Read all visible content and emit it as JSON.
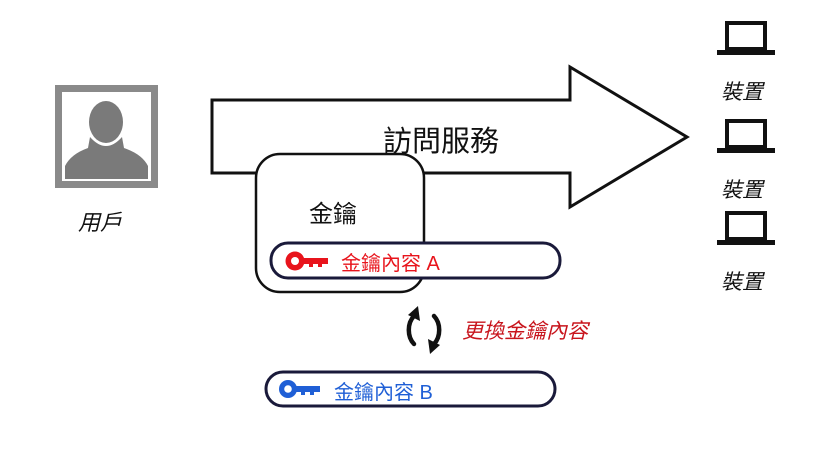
{
  "user": {
    "icon": "user-silhouette-icon",
    "label": "用戶"
  },
  "service_arrow": {
    "label": "訪問服務"
  },
  "key_box": {
    "label": "金鑰"
  },
  "key_content_a": {
    "label": "金鑰內容 A",
    "color": "#e8141c",
    "icon": "key-icon"
  },
  "rotation": {
    "label": "更換金鑰內容",
    "color": "#c8141c",
    "icon": "rotate-arrows-icon"
  },
  "key_content_b": {
    "label": "金鑰內容 B",
    "color": "#1f5fd6",
    "icon": "key-icon"
  },
  "devices": [
    {
      "label": "裝置",
      "icon": "laptop-icon"
    },
    {
      "label": "裝置",
      "icon": "laptop-icon"
    },
    {
      "label": "裝置",
      "icon": "laptop-icon"
    }
  ]
}
